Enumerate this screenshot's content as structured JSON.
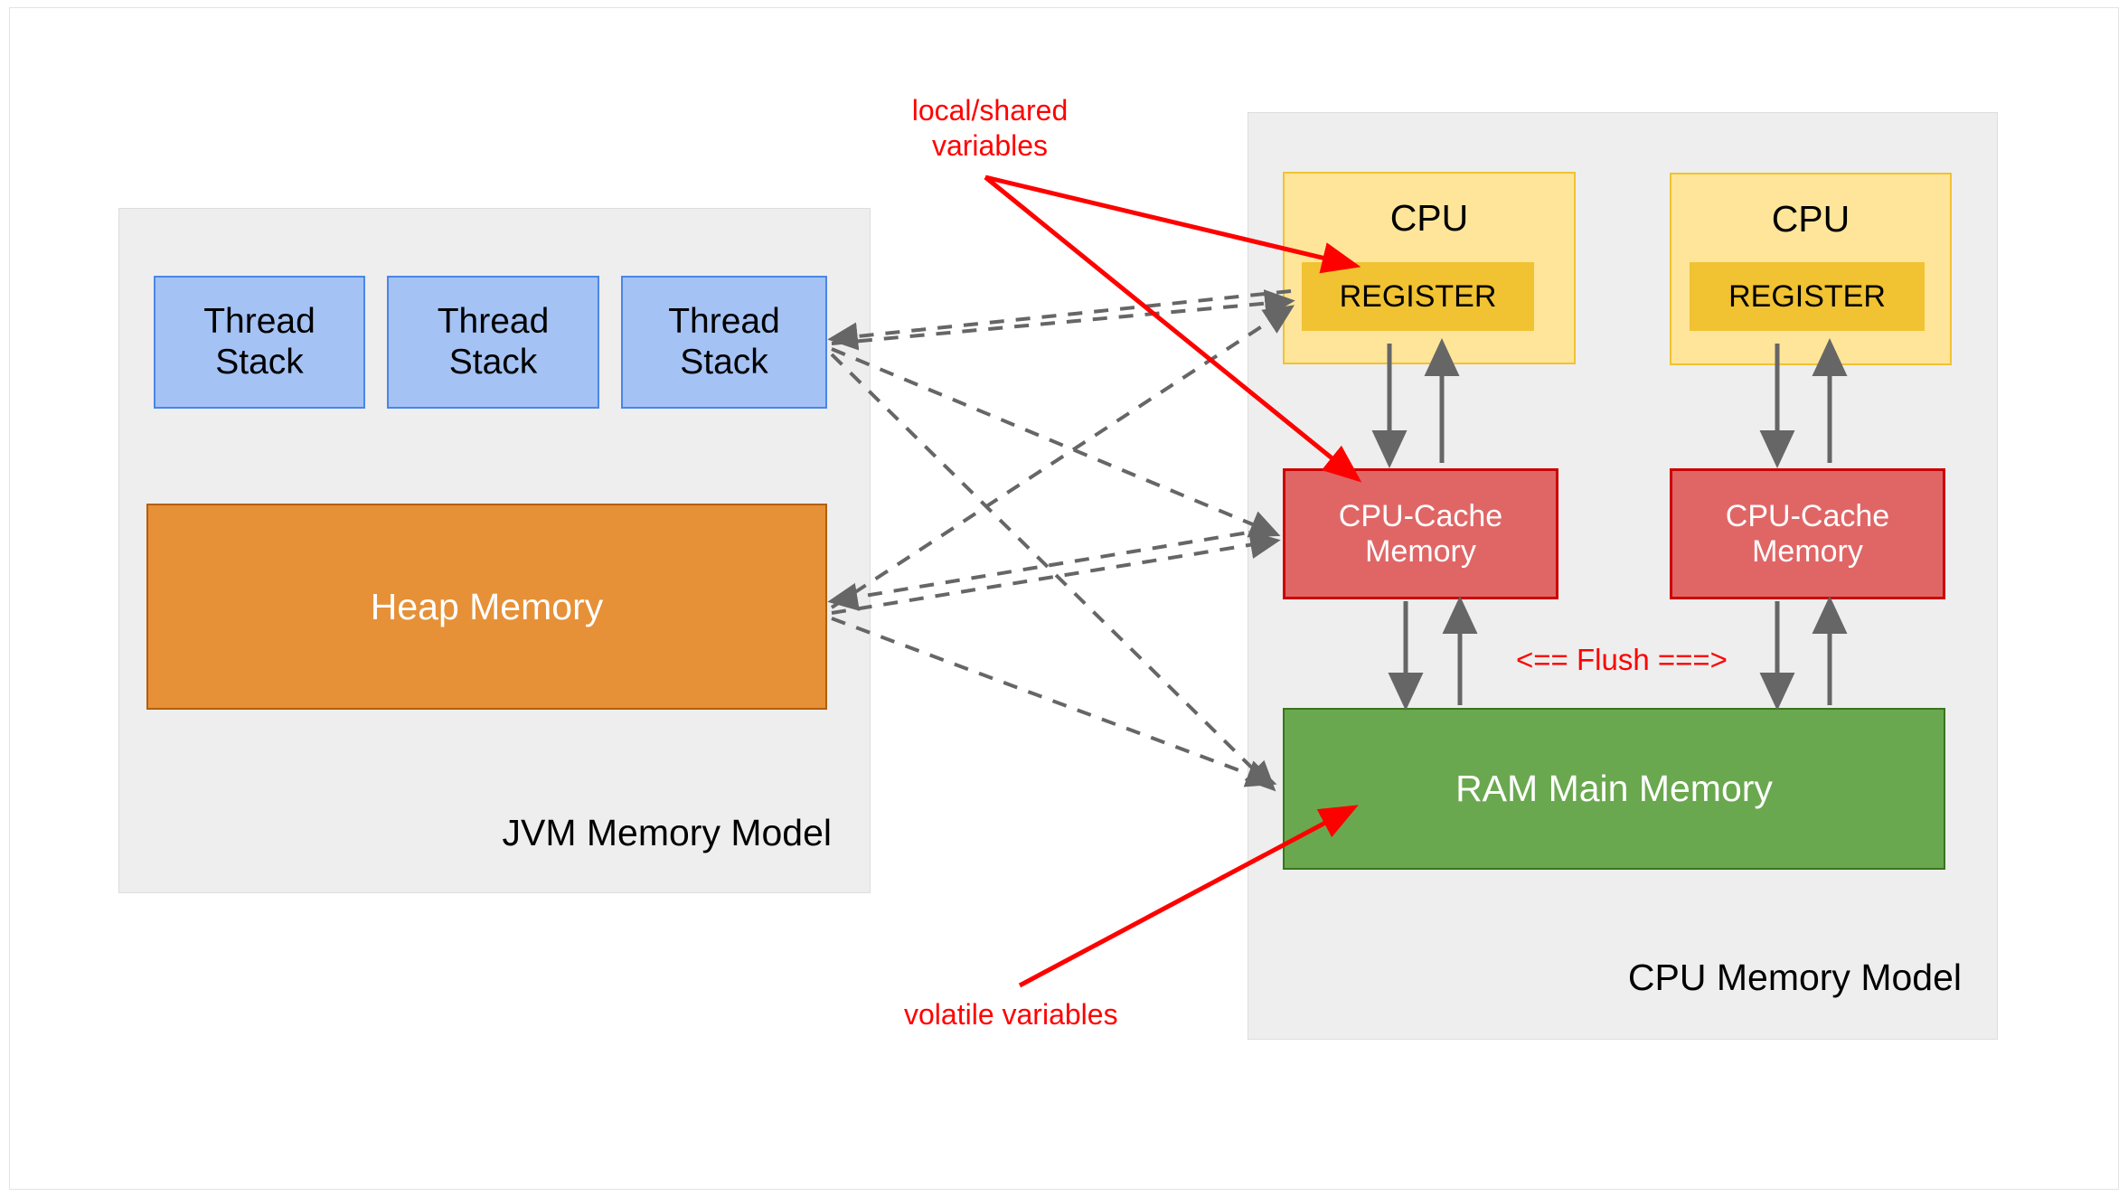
{
  "diagram": {
    "title_left": "JVM Memory Model",
    "title_right": "CPU Memory Model",
    "colors": {
      "thread_stack_fill": "#a4c2f4",
      "thread_stack_stroke": "#4a86e8",
      "heap_fill": "#e69138",
      "heap_stroke": "#b45f06",
      "cpu_fill": "#ffe599",
      "cpu_stroke": "#f1c232",
      "register_fill": "#f1c232",
      "cache_fill": "#e06666",
      "cache_stroke": "#cc0000",
      "ram_fill": "#6aa84f",
      "ram_stroke": "#38761d",
      "group_fill": "#eeeeee",
      "group_stroke": "#dddddd",
      "annotation_red": "#ff0000",
      "arrow_gray": "#666666"
    }
  },
  "jvm": {
    "label": "JVM Memory Model",
    "thread_stacks": [
      {
        "label": "Thread\nStack"
      },
      {
        "label": "Thread\nStack"
      },
      {
        "label": "Thread\nStack"
      }
    ],
    "heap": {
      "label": "Heap Memory"
    }
  },
  "cpu_model": {
    "label": "CPU Memory Model",
    "cores": [
      {
        "cpu_label": "CPU",
        "register_label": "REGISTER",
        "cache_label": "CPU-Cache\nMemory"
      },
      {
        "cpu_label": "CPU",
        "register_label": "REGISTER",
        "cache_label": "CPU-Cache\nMemory"
      }
    ],
    "ram": {
      "label": "RAM Main Memory"
    },
    "flush_label": "<== Flush ===>"
  },
  "annotations": [
    {
      "name": "local-shared-variables",
      "text": "local/shared\nvariables"
    },
    {
      "name": "volatile-variables",
      "text": "volatile variables"
    }
  ]
}
